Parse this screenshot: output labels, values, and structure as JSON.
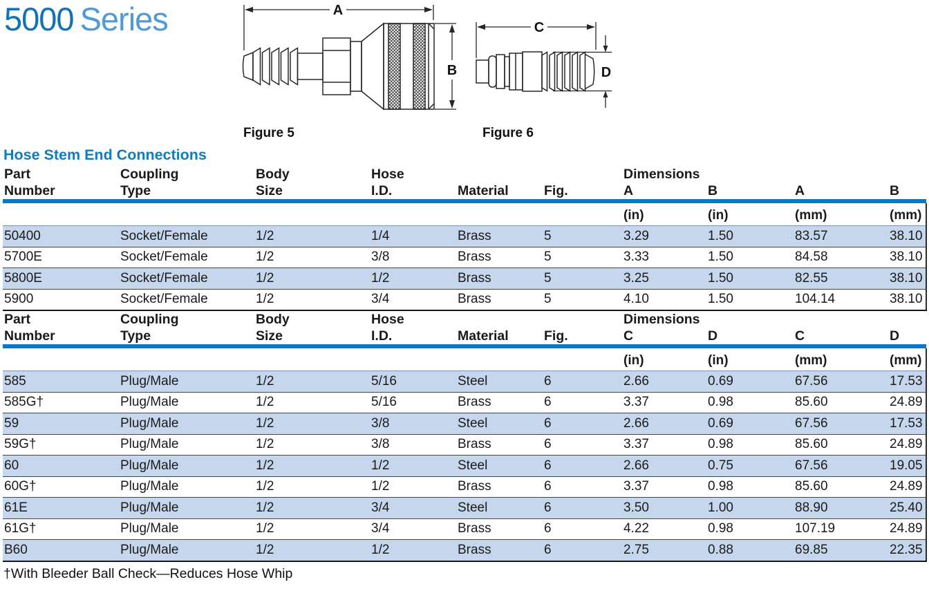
{
  "page_title": {
    "series_number": "5000",
    "series_word": "Series"
  },
  "figures": {
    "fig5": {
      "caption": "Figure 5",
      "dim_horizontal": "A",
      "dim_vertical": "B",
      "depicts": "socket-female-coupling-with-hose-barb"
    },
    "fig6": {
      "caption": "Figure 6",
      "dim_horizontal": "C",
      "dim_vertical": "D",
      "depicts": "plug-male-coupling-with-hose-barb"
    }
  },
  "section_title": "Hose Stem End Connections",
  "table": {
    "header_line1": [
      "Part",
      "Coupling",
      "Body",
      "Hose",
      "",
      ""
    ],
    "dimensions_label": "Dimensions",
    "column_keys": [
      "part-number",
      "coupling-type",
      "body-size",
      "hose-id",
      "material",
      "fig",
      "dim1-in",
      "dim2-in",
      "dim1-mm",
      "dim2-mm"
    ],
    "sections": [
      {
        "header_line2": [
          "Number",
          "Type",
          "Size",
          "I.D.",
          "Material",
          "Fig.",
          "A",
          "B",
          "A",
          "B"
        ],
        "units": [
          "(in)",
          "(in)",
          "(mm)",
          "(mm)"
        ],
        "highlighted_rows": [
          0,
          2
        ],
        "rows": [
          [
            "50400",
            "Socket/Female",
            "1/2",
            "1/4",
            "Brass",
            "5",
            "3.29",
            "1.50",
            "83.57",
            "38.10"
          ],
          [
            "5700E",
            "Socket/Female",
            "1/2",
            "3/8",
            "Brass",
            "5",
            "3.33",
            "1.50",
            "84.58",
            "38.10"
          ],
          [
            "5800E",
            "Socket/Female",
            "1/2",
            "1/2",
            "Brass",
            "5",
            "3.25",
            "1.50",
            "82.55",
            "38.10"
          ],
          [
            "5900",
            "Socket/Female",
            "1/2",
            "3/4",
            "Brass",
            "5",
            "4.10",
            "1.50",
            "104.14",
            "38.10"
          ]
        ]
      },
      {
        "header_line2": [
          "Number",
          "Type",
          "Size",
          "I.D.",
          "Material",
          "Fig.",
          "C",
          "D",
          "C",
          "D"
        ],
        "units": [
          "(in)",
          "(in)",
          "(mm)",
          "(mm)"
        ],
        "highlighted_rows": [
          0,
          2,
          4,
          6,
          8
        ],
        "rows": [
          [
            "585",
            "Plug/Male",
            "1/2",
            "5/16",
            "Steel",
            "6",
            "2.66",
            "0.69",
            "67.56",
            "17.53"
          ],
          [
            "585G†",
            "Plug/Male",
            "1/2",
            "5/16",
            "Brass",
            "6",
            "3.37",
            "0.98",
            "85.60",
            "24.89"
          ],
          [
            "59",
            "Plug/Male",
            "1/2",
            "3/8",
            "Steel",
            "6",
            "2.66",
            "0.69",
            "67.56",
            "17.53"
          ],
          [
            "59G†",
            "Plug/Male",
            "1/2",
            "3/8",
            "Brass",
            "6",
            "3.37",
            "0.98",
            "85.60",
            "24.89"
          ],
          [
            "60",
            "Plug/Male",
            "1/2",
            "1/2",
            "Steel",
            "6",
            "2.66",
            "0.75",
            "67.56",
            "19.05"
          ],
          [
            "60G†",
            "Plug/Male",
            "1/2",
            "1/2",
            "Brass",
            "6",
            "3.37",
            "0.98",
            "85.60",
            "24.89"
          ],
          [
            "61E",
            "Plug/Male",
            "1/2",
            "3/4",
            "Steel",
            "6",
            "3.50",
            "1.00",
            "88.90",
            "25.40"
          ],
          [
            "61G†",
            "Plug/Male",
            "1/2",
            "3/4",
            "Brass",
            "6",
            "4.22",
            "0.98",
            "107.19",
            "24.89"
          ],
          [
            "B60",
            "Plug/Male",
            "1/2",
            "1/2",
            "Brass",
            "6",
            "2.75",
            "0.88",
            "69.85",
            "22.35"
          ]
        ]
      }
    ]
  },
  "footnote": "†With Bleeder Ball Check—Reduces Hose Whip",
  "colors": {
    "brand_blue": "#1173b7",
    "brand_blue_light": "#4f9ad7",
    "rule_blue": "#0a79c2",
    "section_title_blue": "#0d7cc1",
    "row_highlight": "#c6d7ed",
    "line_art": "#262626"
  }
}
